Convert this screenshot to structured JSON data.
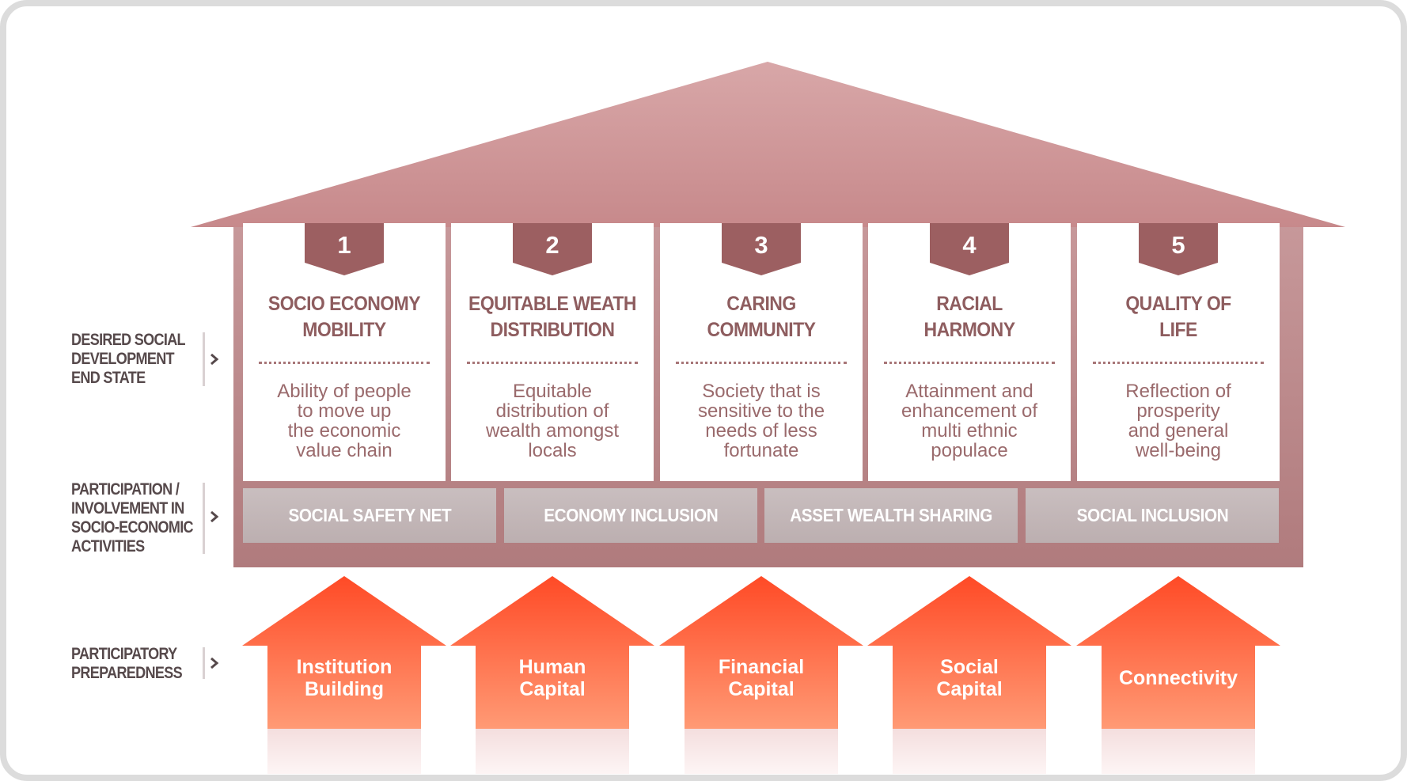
{
  "side_labels": [
    {
      "lines": [
        "DESIRED SOCIAL",
        "DEVELOPMENT",
        "END STATE"
      ]
    },
    {
      "lines": [
        "PARTICIPATION /",
        "INVOLVEMENT IN",
        "SOCIO-ECONOMIC",
        "ACTIVITIES"
      ]
    },
    {
      "lines": [
        "PARTICIPATORY",
        "PREPAREDNESS"
      ]
    }
  ],
  "pillars": [
    {
      "number": "1",
      "title": [
        "SOCIO ECONOMY",
        "MOBILITY"
      ],
      "desc": [
        "Ability of people",
        "to move up",
        "the economic",
        "value chain"
      ]
    },
    {
      "number": "2",
      "title": [
        "EQUITABLE WEATH",
        "DISTRIBUTION"
      ],
      "desc": [
        "Equitable",
        "distribution of",
        "wealth amongst",
        "locals"
      ]
    },
    {
      "number": "3",
      "title": [
        "CARING",
        "COMMUNITY"
      ],
      "desc": [
        "Society that is",
        "sensitive to the",
        "needs of less",
        "fortunate"
      ]
    },
    {
      "number": "4",
      "title": [
        "RACIAL",
        "HARMONY"
      ],
      "desc": [
        "Attainment and",
        "enhancement of",
        "multi ethnic",
        "populace"
      ]
    },
    {
      "number": "5",
      "title": [
        "QUALITY OF",
        "LIFE"
      ],
      "desc": [
        "Reflection of",
        "prosperity",
        "and general",
        "well-being"
      ]
    }
  ],
  "activities": [
    "SOCIAL SAFETY NET",
    "ECONOMY INCLUSION",
    "ASSET WEALTH SHARING",
    "SOCIAL INCLUSION"
  ],
  "foundations": [
    {
      "lines": [
        "Institution",
        "Building"
      ]
    },
    {
      "lines": [
        "Human",
        "Capital"
      ]
    },
    {
      "lines": [
        "Financial",
        "Capital"
      ]
    },
    {
      "lines": [
        "Social",
        "Capital"
      ]
    },
    {
      "lines": [
        "Connectivity"
      ]
    }
  ],
  "colors": {
    "roof_top": "#d8a7a8",
    "roof_bottom": "#c7898b",
    "house_body": "#b07b7d",
    "badge": "#9c5f61",
    "pillar_title": "#8e5d5f",
    "activity_bar": "#c4b8b9",
    "arrow_top": "#ff4a26",
    "arrow_bottom": "#ff9a75",
    "label_text": "#56494b"
  }
}
